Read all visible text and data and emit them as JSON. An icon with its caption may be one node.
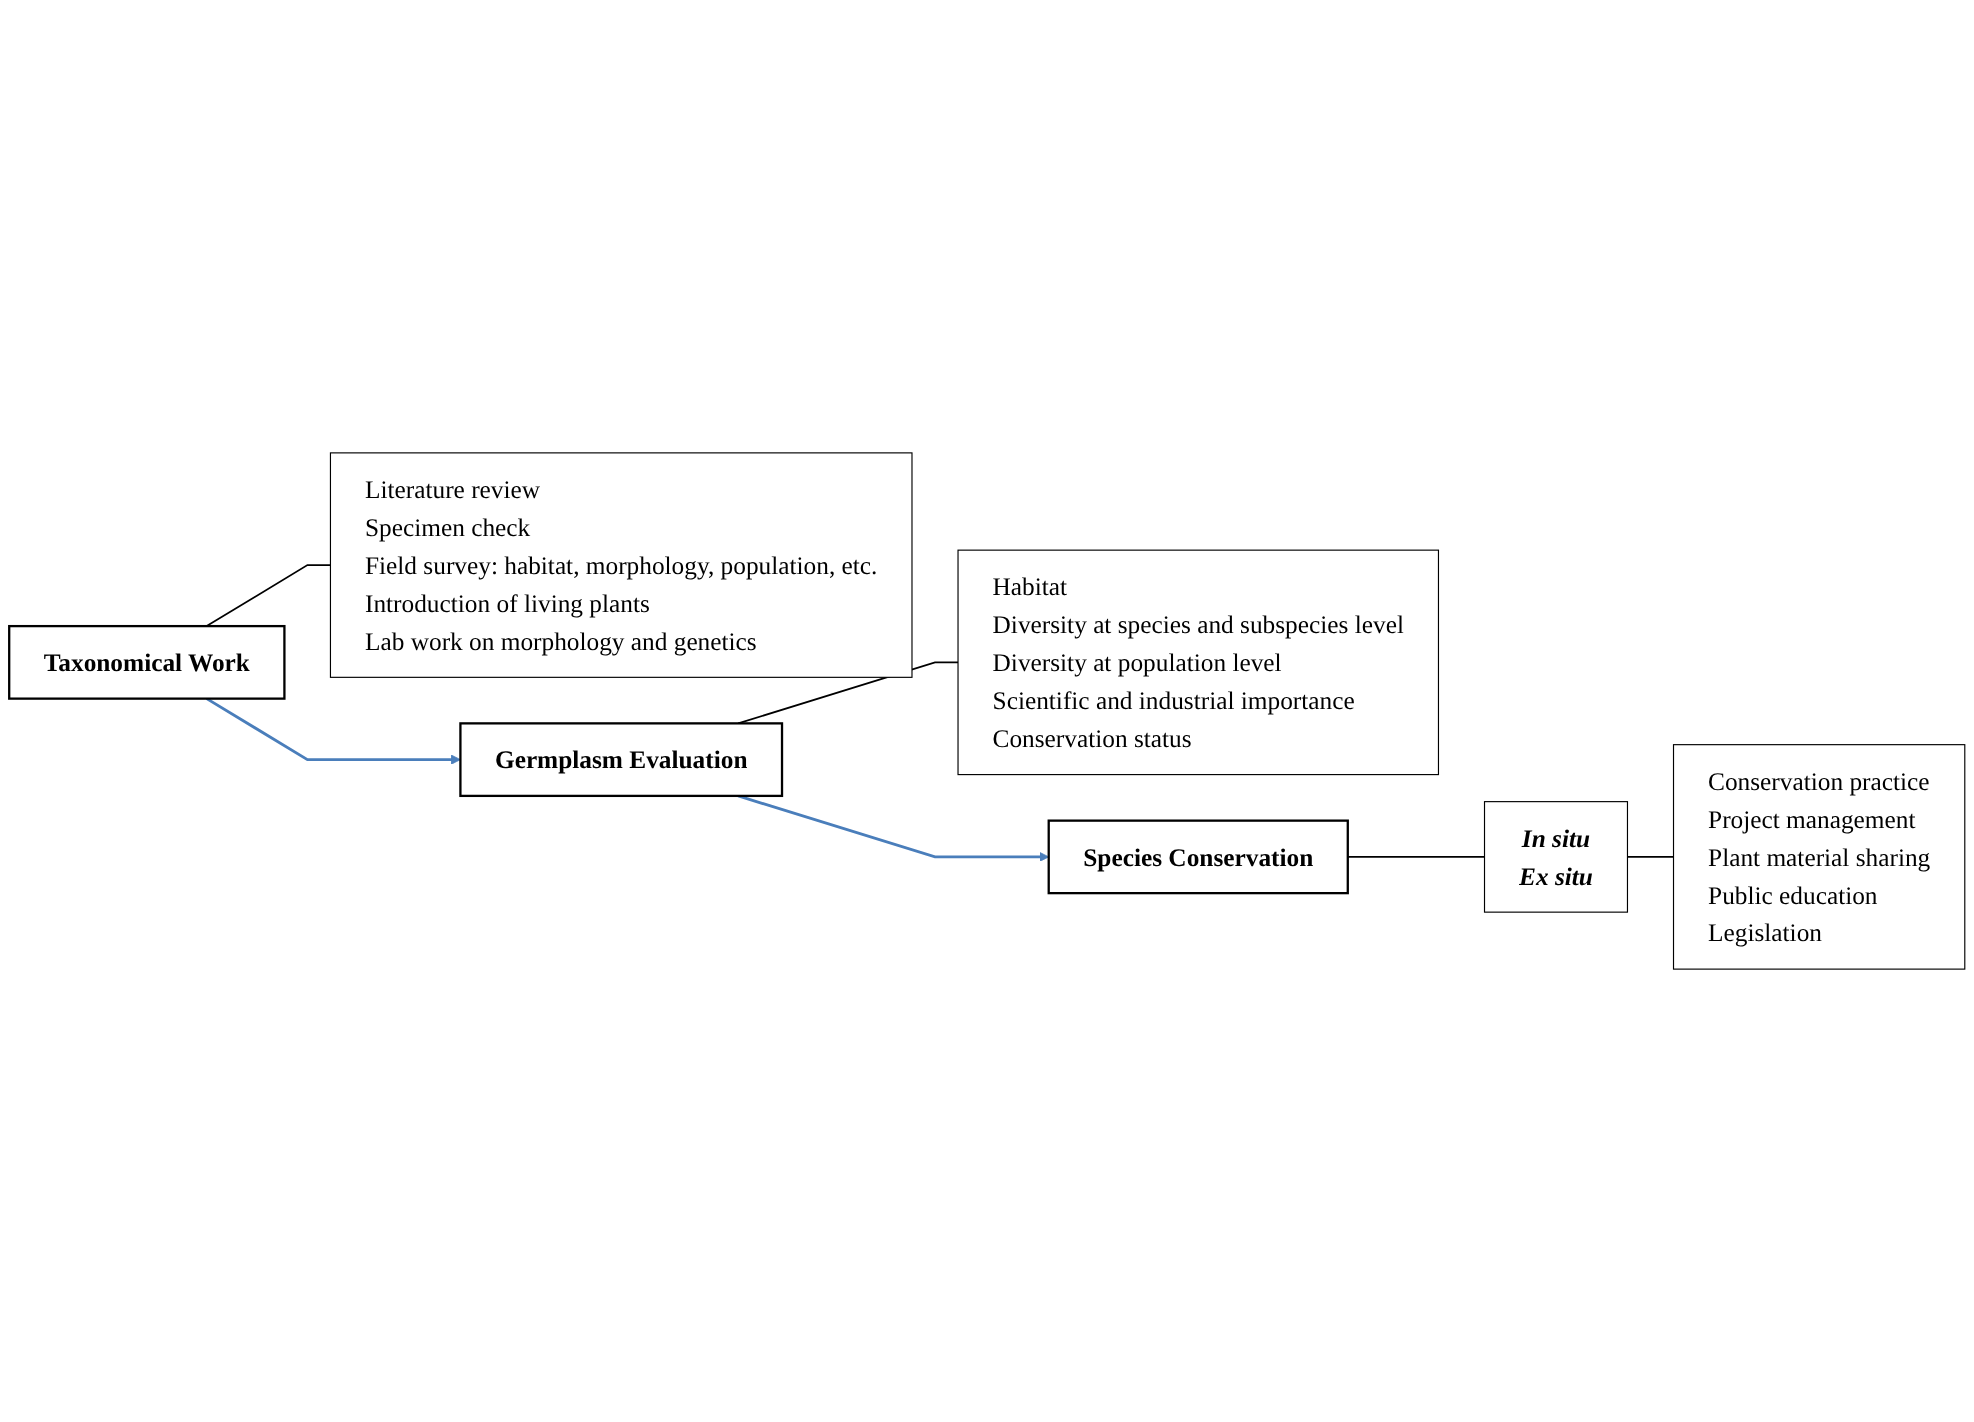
{
  "diagram": {
    "nodes": [
      {
        "text": [
          "Taxonomical Work"
        ]
      },
      {
        "text": [
          "Literature review",
          "Specimen check",
          "Field survey: habitat, morphology, population, etc.",
          "Introduction of living plants",
          "Lab work on morphology and genetics"
        ]
      },
      {
        "text": [
          "Germplasm Evaluation"
        ]
      },
      {
        "text": [
          "Habitat",
          "Diversity at species and subspecies level",
          "Diversity at population level",
          "Scientific and industrial importance",
          "Conservation status"
        ]
      },
      {
        "text": [
          "Species Conservation"
        ]
      },
      {
        "text": [
          "In situ",
          "Ex situ"
        ]
      },
      {
        "text": [
          "Conservation practice",
          "Project management",
          "Plant material sharing",
          "Public education",
          "Legislation"
        ]
      }
    ],
    "edges": [
      {
        "from": 0,
        "to": 1,
        "arrow": "none"
      },
      {
        "from": 0,
        "to": 2,
        "arrow": "to",
        "color": "#4a7ebb"
      },
      {
        "from": 2,
        "to": 3,
        "arrow": "none"
      },
      {
        "from": 2,
        "to": 4,
        "arrow": "to",
        "color": "#4a7ebb"
      },
      {
        "from": 4,
        "to": 5,
        "arrow": "none"
      },
      {
        "from": 5,
        "to": 6,
        "arrow": "none"
      }
    ]
  }
}
